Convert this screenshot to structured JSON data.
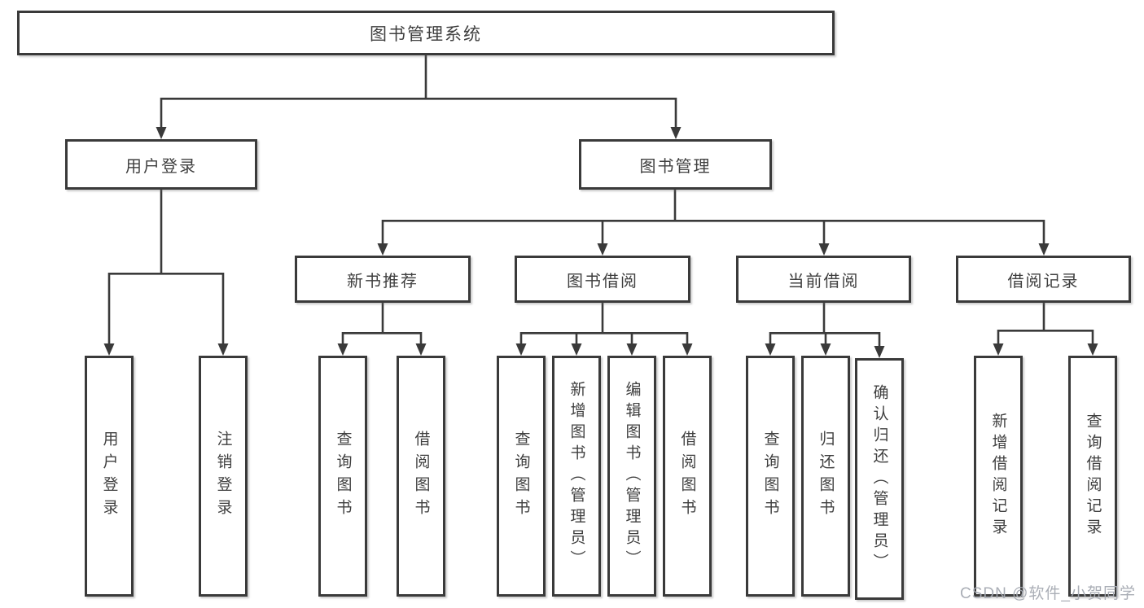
{
  "title": "图书管理系统",
  "watermark": "CSDN @软件_小贺同学",
  "colors": {
    "line": "#3a3a3a",
    "box_border": "#3a3a3a",
    "box_fill": "#ffffff",
    "text": "#3f3f3f",
    "watermark": "#a5aab2",
    "background": "#ffffff"
  },
  "nodes": {
    "root": "图书管理系统",
    "user_login": "用户登录",
    "book_mgmt": "图书管理",
    "new_book_rec": "新书推荐",
    "book_borrowing": "图书借阅",
    "current_borrowing": "当前借阅",
    "borrowing_records": "借阅记录",
    "leaf_user_login": "用户登录",
    "leaf_logout": "注销登录",
    "leaf_query_books_rec": "查询图书",
    "leaf_borrow_books_rec": "借阅图书",
    "leaf_query_books_borrow": "查询图书",
    "leaf_add_books_admin": "新增图书（管理员）",
    "leaf_edit_books_admin": "编辑图书（管理员）",
    "leaf_borrow_books_borrow": "借阅图书",
    "leaf_query_books_current": "查询图书",
    "leaf_return_books": "归还图书",
    "leaf_confirm_return_admin": "确认归还（管理员）",
    "leaf_add_borrow_record": "新增借阅记录",
    "leaf_query_borrow_record": "查询借阅记录"
  },
  "hierarchy": [
    {
      "parent": "图书管理系统",
      "children": [
        "用户登录",
        "图书管理"
      ]
    },
    {
      "parent": "用户登录",
      "children": [
        "用户登录",
        "注销登录"
      ]
    },
    {
      "parent": "图书管理",
      "children": [
        "新书推荐",
        "图书借阅",
        "当前借阅",
        "借阅记录"
      ]
    },
    {
      "parent": "新书推荐",
      "children": [
        "查询图书",
        "借阅图书"
      ]
    },
    {
      "parent": "图书借阅",
      "children": [
        "查询图书",
        "新增图书（管理员）",
        "编辑图书（管理员）",
        "借阅图书"
      ]
    },
    {
      "parent": "当前借阅",
      "children": [
        "查询图书",
        "归还图书",
        "确认归还（管理员）"
      ]
    },
    {
      "parent": "借阅记录",
      "children": [
        "新增借阅记录",
        "查询借阅记录"
      ]
    }
  ]
}
